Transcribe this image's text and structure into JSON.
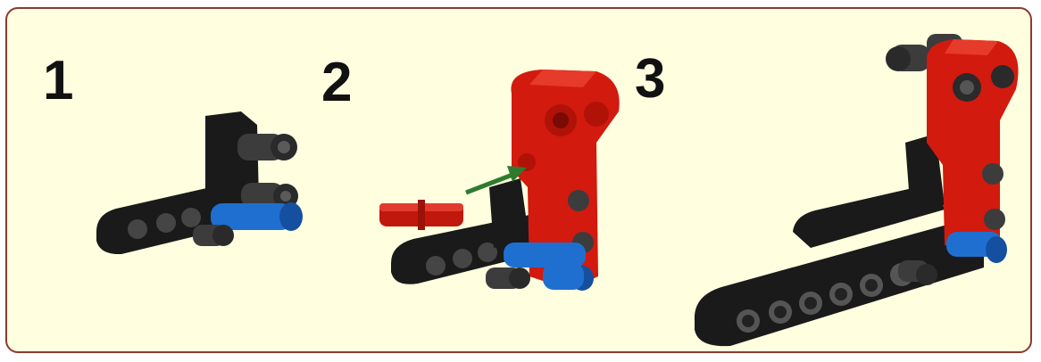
{
  "steps": [
    {
      "number": "1"
    },
    {
      "number": "2"
    },
    {
      "number": "3"
    }
  ],
  "colors": {
    "background": "#ffffe0",
    "border": "#8b3a2e",
    "black_parts": "#1a1a1a",
    "gray_parts": "#3c3c3c",
    "red_parts": "#d21a0e",
    "blue_parts": "#1f6fd0",
    "arrow": "#2f7a2f"
  }
}
